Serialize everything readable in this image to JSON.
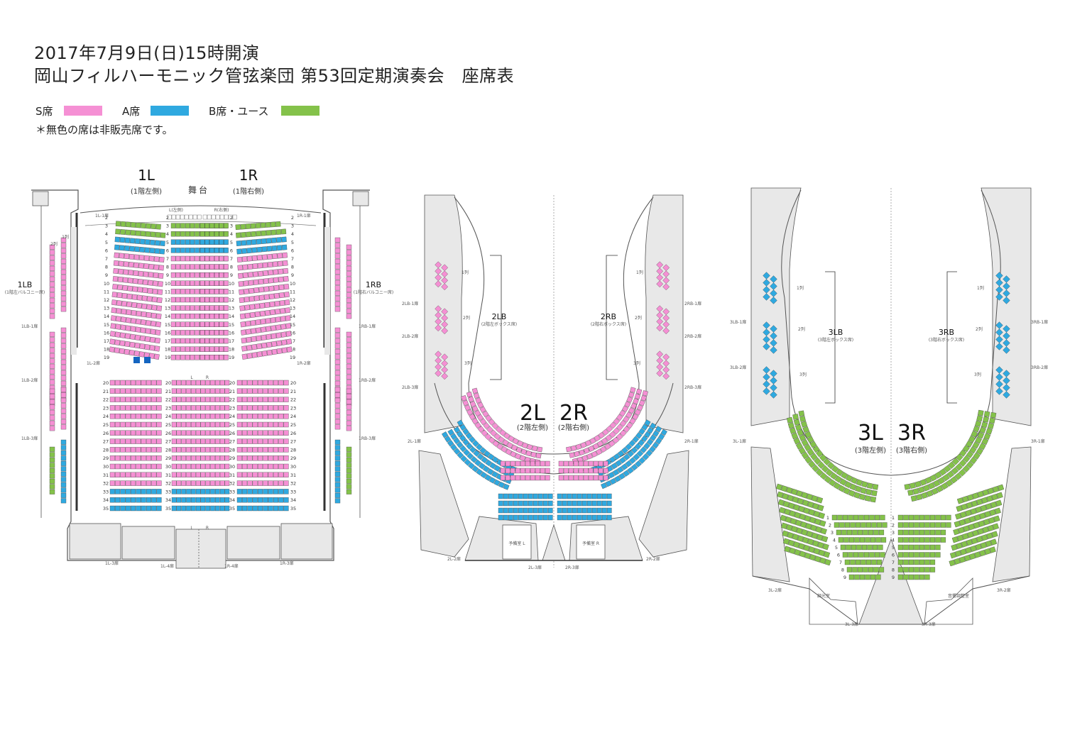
{
  "header": {
    "line1": "2017年7月9日(日)15時開演",
    "line2": "岡山フィルハーモニック管弦楽団 第53回定期演奏会　座席表"
  },
  "legend": [
    {
      "label": "S席",
      "color": "#f590d4"
    },
    {
      "label": "A席",
      "color": "#2fa9e0"
    },
    {
      "label": "B席・ユース",
      "color": "#84c24a"
    }
  ],
  "note": "＊無色の席は非販売席です。",
  "colors": {
    "S": "#f590d4",
    "A": "#2fa9e0",
    "B": "#84c24a",
    "wall": "#e8e8e8",
    "line": "#555555"
  },
  "floor1": {
    "left_label": "1L",
    "left_sub": "(1階左側)",
    "right_label": "1R",
    "right_sub": "(1階右側)",
    "stage": "舞台",
    "lb_label": "1LB",
    "lb_sub": "(1階左バルコニー席)",
    "rb_label": "1RB",
    "rb_sub": "(1階右バルコニー席)",
    "pit_left": "L(左側)",
    "pit_right": "R(右側)",
    "aisle_l": "L",
    "aisle_r": "R",
    "rows_front": [
      "2",
      "3",
      "4",
      "5",
      "6",
      "7",
      "8",
      "9",
      "10",
      "11",
      "12",
      "13",
      "14",
      "15",
      "16",
      "17",
      "18",
      "19"
    ],
    "rows_back": [
      "20",
      "21",
      "22",
      "23",
      "24",
      "25",
      "26",
      "27",
      "28",
      "29",
      "30",
      "31",
      "32",
      "33",
      "34",
      "35"
    ],
    "doors": [
      "1L-1扉",
      "1R-1扉",
      "1L-2扉",
      "1R-2扉",
      "1LB-1扉",
      "1RB-1扉",
      "1LB-2扉",
      "1RB-2扉",
      "1LB-3扉",
      "1RB-3扉",
      "1L-3扉",
      "1L-4扉",
      "1R-4扉",
      "1R-3扉"
    ],
    "balcony_rows": [
      "1列",
      "2列"
    ]
  },
  "floor2": {
    "left_label": "2L",
    "left_sub": "(2階左側)",
    "right_label": "2R",
    "right_sub": "(2階右側)",
    "lb_label": "2LB",
    "lb_sub": "(2階左ボックス席)",
    "rb_label": "2RB",
    "rb_sub": "(2階右ボックス席)",
    "box_rows": [
      "1列",
      "2列",
      "3列"
    ],
    "doors": [
      "2LB-1扉",
      "2LB-2扉",
      "2LB-3扉",
      "2RB-1扉",
      "2RB-2扉",
      "2RB-3扉",
      "2L-1扉",
      "2R-1扉",
      "2L-2扉",
      "2L-3扉",
      "2R-3扉",
      "2R-2扉"
    ],
    "rooms": [
      "予備室 L",
      "予備室 R"
    ]
  },
  "floor3": {
    "left_label": "3L",
    "left_sub": "(3階左側)",
    "right_label": "3R",
    "right_sub": "(3階右側)",
    "lb_label": "3LB",
    "lb_sub": "(3階左ボックス席)",
    "rb_label": "3RB",
    "rb_sub": "(3階右ボックス席)",
    "box_rows": [
      "1列",
      "2列",
      "3列"
    ],
    "doors": [
      "3LB-1扉",
      "3LB-2扉",
      "3RB-1扉",
      "3RB-2扉",
      "3L-1扉",
      "3R-1扉",
      "3L-2扉",
      "3R-2扉",
      "3L-3扉",
      "3R-3扉"
    ],
    "rooms": [
      "調光室",
      "音響調整室"
    ]
  }
}
